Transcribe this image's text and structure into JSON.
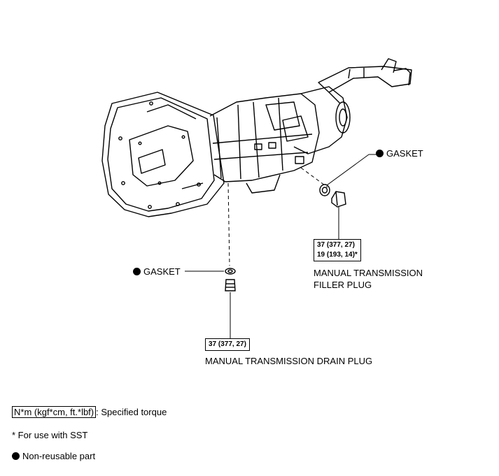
{
  "callouts": {
    "filler_gasket": "GASKET",
    "drain_gasket": "GASKET",
    "filler_torque_line1": "37 (377, 27)",
    "filler_torque_line2": "19 (193, 14)*",
    "filler_label_line1": "MANUAL TRANSMISSION",
    "filler_label_line2": "FILLER PLUG",
    "drain_torque": "37 (377, 27)",
    "drain_label": "MANUAL TRANSMISSION DRAIN PLUG"
  },
  "legend": {
    "torque_unit": "N*m (kgf*cm, ft.*lbf)",
    "torque_desc": ": Specified torque",
    "sst_note": "* For use with SST",
    "nonreusable": "Non-reusable part"
  }
}
